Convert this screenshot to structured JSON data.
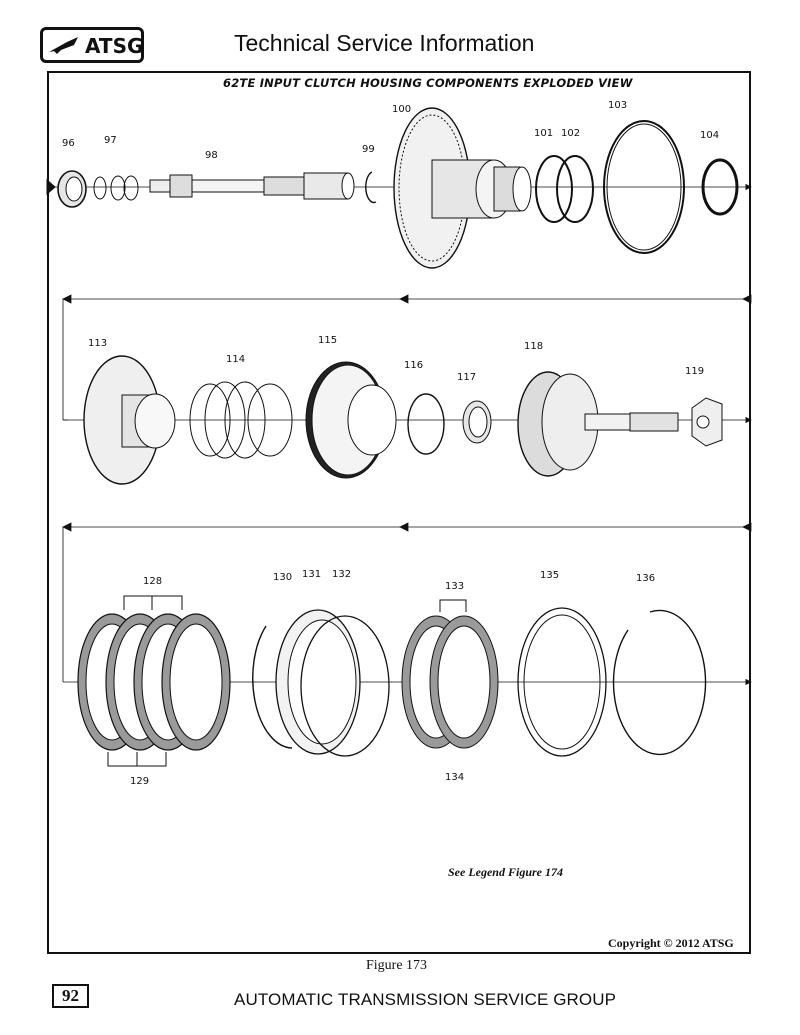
{
  "header": {
    "logo_text": "ATSG",
    "title": "Technical Service Information"
  },
  "diagram": {
    "title": "62TE INPUT CLUTCH HOUSING COMPONENTS EXPLODED VIEW",
    "row1_labels": [
      "96",
      "97",
      "98",
      "99",
      "100",
      "101",
      "102",
      "103",
      "104"
    ],
    "row2_labels": [
      "113",
      "114",
      "115",
      "116",
      "117",
      "118",
      "119"
    ],
    "row3_labels": [
      "128",
      "129",
      "130",
      "131",
      "132",
      "133",
      "134",
      "135",
      "136"
    ],
    "legend_note": "See Legend Figure 174",
    "copyright": "Copyright © 2012 ATSG"
  },
  "footer": {
    "figure_caption": "Figure 173",
    "page_number": "92",
    "organization": "AUTOMATIC TRANSMISSION SERVICE GROUP"
  },
  "colors": {
    "ink": "#111111",
    "background": "#ffffff",
    "part_fill": "#e6e6e6"
  }
}
